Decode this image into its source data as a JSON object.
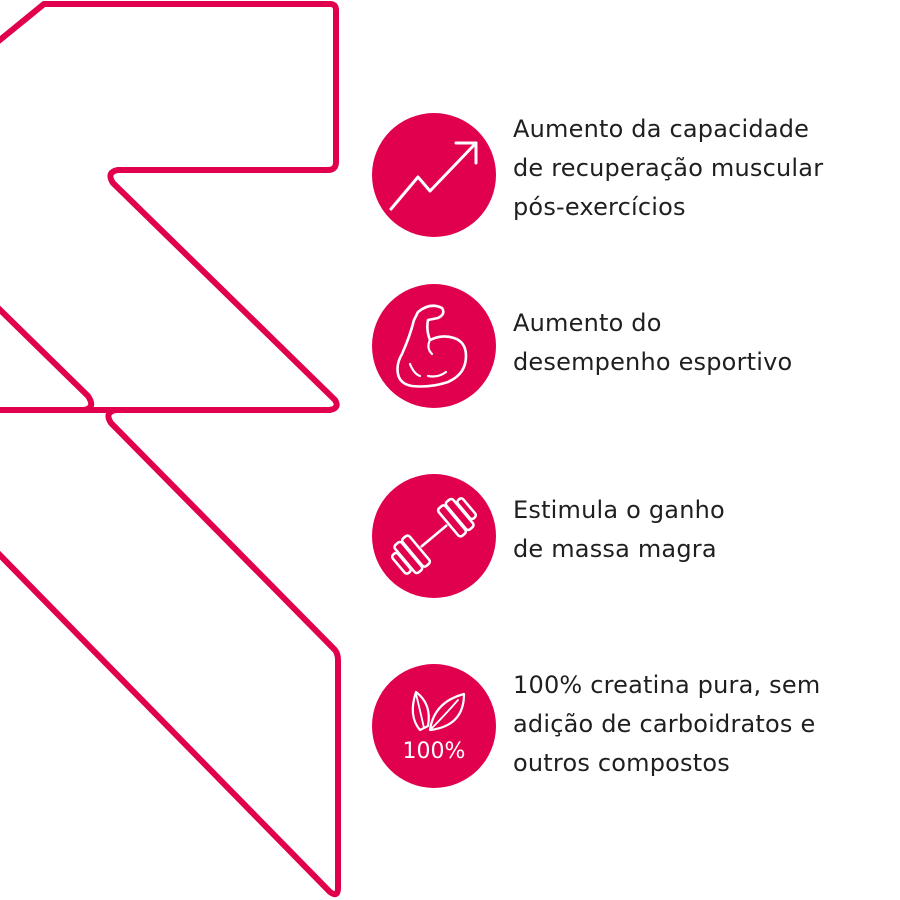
{
  "colors": {
    "accent": "#e0004d",
    "outline": "#e0004d",
    "text": "#1f1f1f",
    "background": "#ffffff"
  },
  "benefits": [
    {
      "icon": "trending-up-arrow-icon",
      "lines": [
        "Aumento da capacidade",
        "de recuperação muscular",
        "pós-exercícios"
      ]
    },
    {
      "icon": "flexed-bicep-icon",
      "lines": [
        "Aumento do",
        "desempenho esportivo"
      ]
    },
    {
      "icon": "dumbbell-icon",
      "lines": [
        "Estimula o ganho",
        "de massa magra"
      ]
    },
    {
      "icon": "leaf-100-percent-icon",
      "badge_text": "100%",
      "lines": [
        "100% creatina pura, sem",
        "adição de carboidratos e",
        "outros compostos"
      ]
    }
  ]
}
